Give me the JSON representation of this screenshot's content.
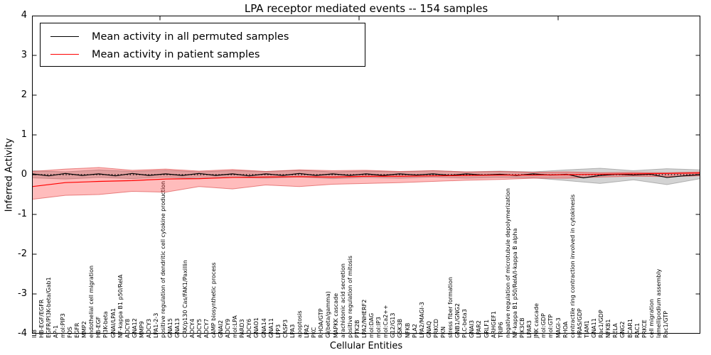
{
  "title": "LPA receptor mediated events -- 154 samples",
  "legend": {
    "items": [
      {
        "label": "Mean activity in all permuted samples",
        "color": "#000000"
      },
      {
        "label": "Mean activity in patient samples",
        "color": "#ff0000"
      }
    ]
  },
  "chart_data": {
    "type": "line",
    "title": "LPA receptor mediated events -- 154 samples",
    "xlabel": "Cellular Entities",
    "ylabel": "Inferred Activity",
    "ylim": [
      -4,
      4
    ],
    "yticks": [
      4,
      3,
      2,
      1,
      0,
      -1,
      -2,
      -3,
      -4
    ],
    "grid": false,
    "legend_position": "upper left",
    "zero_line": {
      "style": "dotted",
      "color": "#000000",
      "y": 0
    },
    "categories": [
      "IL8",
      "HB-EGF/EGFR",
      "EGFR/PI3K-beta/Gab1",
      "AP-1",
      "mol:PIP3",
      "FOS",
      "EGFR",
      "MMP2",
      "endothelial cell migration",
      "HB-EGF",
      "PI3K-beta",
      "GNAI/LPA1",
      "NF-kappa B1 p50/RelA",
      "ADCY8",
      "GNA12",
      "MMP9",
      "ADCY3",
      "LPA1-2-3",
      "positive regulation of dendritic cell cytokine production",
      "GNA15",
      "GNA13",
      "CRK/p130 Cas/FAK1/Paxillin",
      "ADCY4",
      "ADCY5",
      "ADCY7",
      "cAMP biosynthetic process",
      "GNAI2",
      "ADCY9",
      "mol:LPA",
      "PARD3",
      "ADCY6",
      "GNAO1",
      "GNA14",
      "GNA11",
      "LPP3",
      "CASP3",
      "LPA3",
      "apoptosis",
      "LPA2",
      "PKC",
      "RHOA/GTP",
      "Gi(beta/gamma)",
      "MAPKK cascade",
      "arachidonic acid secretion",
      "positive regulation of mitosis",
      "PTK2B",
      "LPA2/NHERF2",
      "mol:DAG",
      "mol:IP3",
      "mol:Ca2++",
      "G12/G13",
      "GSK3B",
      "NFKB",
      "PLA2",
      "LPA2/MAGI-3",
      "GNAQ",
      "PRKCD",
      "PKN",
      "stress fiber formation",
      "GNB1/GNG2",
      "PLC-beta3",
      "GNAI3",
      "LPAR2",
      "GRLF1",
      "ARHGEF1",
      "TRIP6",
      "negative regulation of microtubule depolymerization",
      "NF-kappa B1 p50/RelA/I-kappa B alpha",
      "PIK3CB",
      "LPAR3",
      "JNK cascade",
      "mol:GDP",
      "mol:GTP",
      "MAGI-3",
      "RHOA",
      "contractile ring contraction involved in cytokinesis",
      "HRAS/GDP",
      "TIAM1",
      "GNA11",
      "Rac1/GDP",
      "NFKB1",
      "RELA",
      "GNG2",
      "BCAR1",
      "RAC1",
      "PRKCE",
      "cell migration",
      "lamellipodium assembly",
      "Rac1/GTP"
    ],
    "series": [
      {
        "name": "Mean activity in all permuted samples",
        "color": "#000000",
        "line": {
          "x": [
            0,
            0.025,
            0.05,
            0.075,
            0.1,
            0.125,
            0.15,
            0.175,
            0.2,
            0.225,
            0.25,
            0.275,
            0.3,
            0.325,
            0.35,
            0.375,
            0.4,
            0.425,
            0.45,
            0.475,
            0.5,
            0.525,
            0.55,
            0.575,
            0.6,
            0.625,
            0.65,
            0.675,
            0.7,
            0.725,
            0.75,
            0.775,
            0.8,
            0.825,
            0.85,
            0.875,
            0.9,
            0.925,
            0.95,
            0.975,
            1
          ],
          "y": [
            0.02,
            -0.03,
            0.03,
            -0.02,
            0.02,
            -0.03,
            0.03,
            -0.02,
            0.02,
            -0.02,
            0.03,
            -0.02,
            0.02,
            -0.03,
            0.02,
            -0.02,
            0.03,
            -0.02,
            0.02,
            -0.02,
            0.02,
            -0.02,
            0.02,
            -0.01,
            0.02,
            -0.02,
            0.02,
            -0.01,
            0.01,
            -0.02,
            0.02,
            -0.01,
            0.01,
            -0.08,
            -0.02,
            0.01,
            -0.01,
            0.01,
            -0.07,
            -0.03,
            0
          ]
        },
        "band": {
          "x": [
            0,
            0.05,
            0.1,
            0.15,
            0.2,
            0.25,
            0.3,
            0.35,
            0.4,
            0.45,
            0.5,
            0.55,
            0.6,
            0.65,
            0.7,
            0.75,
            0.8,
            0.85,
            0.9,
            0.95,
            1
          ],
          "upper": [
            0.1,
            0.07,
            0.12,
            0.08,
            0.11,
            0.07,
            0.1,
            0.08,
            0.11,
            0.07,
            0.09,
            0.07,
            0.1,
            0.07,
            0.09,
            0.07,
            0.12,
            0.16,
            0.1,
            0.15,
            0.12
          ],
          "lower": [
            -0.08,
            -0.11,
            -0.07,
            -0.1,
            -0.06,
            -0.1,
            -0.07,
            -0.09,
            -0.06,
            -0.1,
            -0.07,
            -0.09,
            -0.06,
            -0.09,
            -0.07,
            -0.08,
            -0.15,
            -0.22,
            -0.13,
            -0.25,
            -0.1
          ],
          "fill": "#9e9e9e",
          "opacity": 0.45,
          "edge": "#8a8a8a"
        }
      },
      {
        "name": "Mean activity in patient samples",
        "color": "#ff0000",
        "line": {
          "x": [
            0,
            0.05,
            0.1,
            0.15,
            0.2,
            0.25,
            0.3,
            0.35,
            0.4,
            0.45,
            0.5,
            0.55,
            0.6,
            0.65,
            0.7,
            0.75,
            0.8,
            0.85,
            0.9,
            0.95,
            1
          ],
          "y": [
            -0.3,
            -0.2,
            -0.17,
            -0.15,
            -0.11,
            -0.1,
            -0.07,
            -0.06,
            -0.05,
            -0.06,
            -0.04,
            -0.04,
            -0.03,
            -0.02,
            -0.01,
            -0.01,
            0,
            0.01,
            0.02,
            0.03,
            0.04
          ]
        },
        "band": {
          "x": [
            0,
            0.05,
            0.1,
            0.15,
            0.2,
            0.25,
            0.3,
            0.35,
            0.4,
            0.45,
            0.5,
            0.55,
            0.6,
            0.65,
            0.7,
            0.75,
            0.8,
            0.85,
            0.9,
            0.95,
            1
          ],
          "upper": [
            0.08,
            0.14,
            0.18,
            0.11,
            0.14,
            0.09,
            0.13,
            0.08,
            0.12,
            0.1,
            0.11,
            0.08,
            0.1,
            0.07,
            0.08,
            0.06,
            0.07,
            0.05,
            0.06,
            0.05,
            0.07
          ],
          "lower": [
            -0.62,
            -0.52,
            -0.5,
            -0.42,
            -0.44,
            -0.3,
            -0.36,
            -0.26,
            -0.3,
            -0.24,
            -0.22,
            -0.2,
            -0.17,
            -0.14,
            -0.12,
            -0.09,
            -0.09,
            -0.06,
            -0.04,
            -0.05,
            -0.03
          ],
          "fill": "#ff3030",
          "opacity": 0.32,
          "edge": "#d94040"
        }
      }
    ]
  }
}
